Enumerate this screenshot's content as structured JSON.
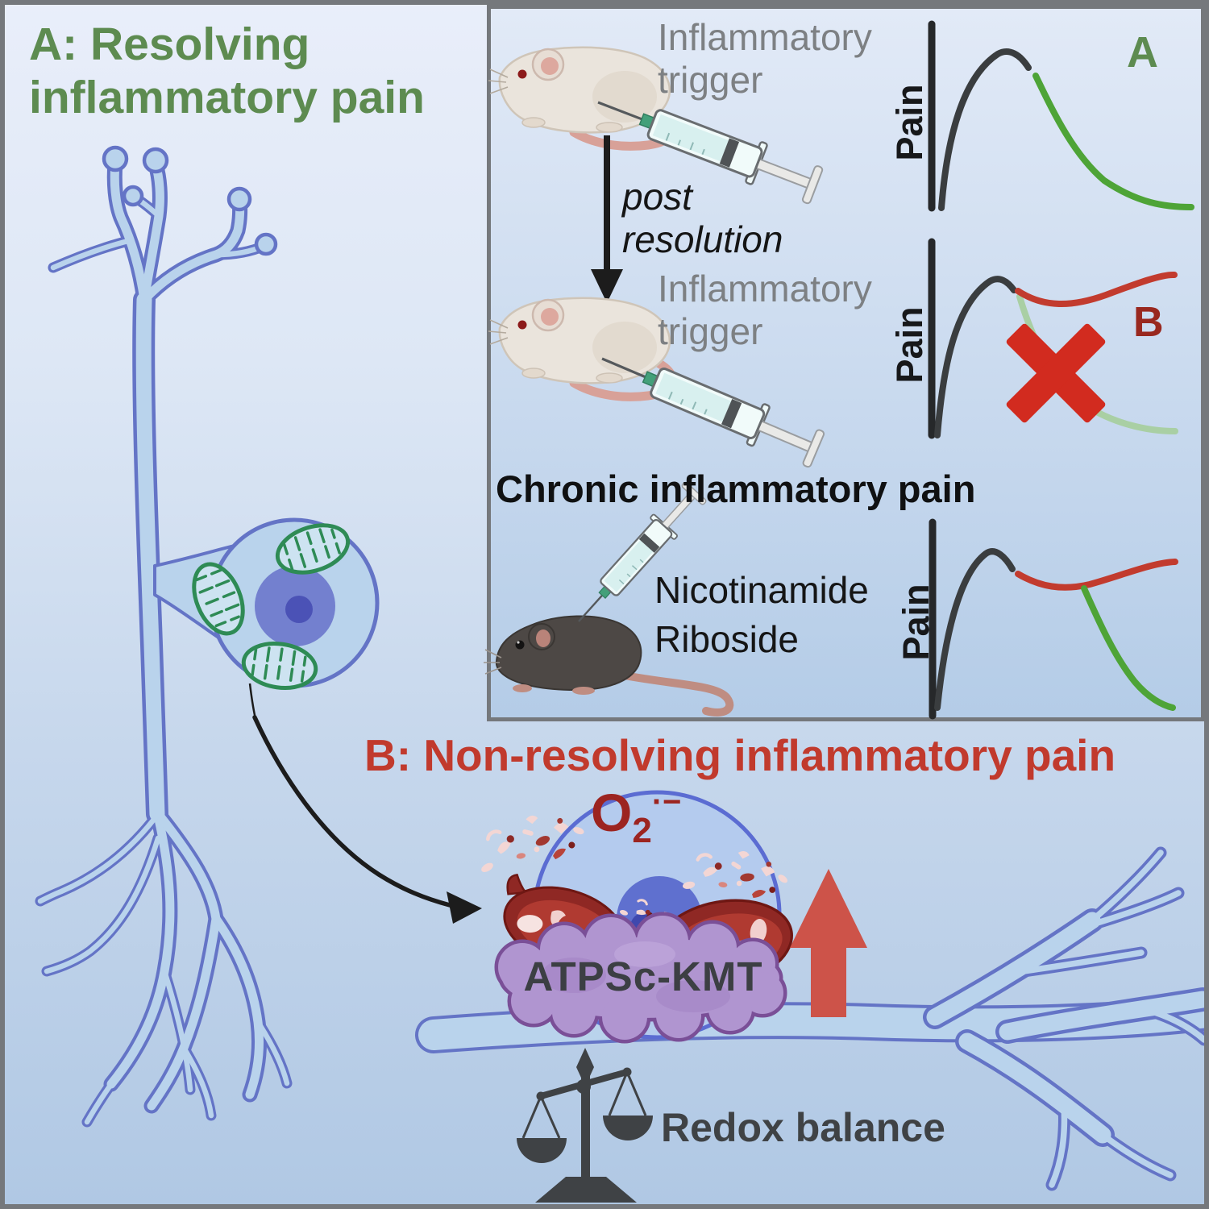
{
  "figure": {
    "panel_a_title_line1": "A: Resolving",
    "panel_a_title_line2": "inflammatory pain",
    "panel_b_title": "B: Non-resolving inflammatory pain",
    "redox_label": "Redox balance",
    "enzyme_label": "ATPSc-KMT",
    "superoxide": {
      "base": "O",
      "sub": "2",
      "sup": "·−"
    }
  },
  "box": {
    "trigger_top": {
      "line1": "Inflammatory",
      "line2": "trigger"
    },
    "arrow_label": {
      "line1": "post",
      "line2": "resolution"
    },
    "trigger_mid": {
      "line1": "Inflammatory",
      "line2": "trigger"
    },
    "chronic_title": "Chronic inflammatory pain",
    "treatment": {
      "line1": "Nicotinamide",
      "line2": "Riboside"
    },
    "graphs": [
      {
        "letter": "A",
        "axis_label": "Pain",
        "curves": [
          {
            "phase": "pain onset",
            "color": "#3a3d3f"
          },
          {
            "phase": "resolution",
            "color": "#4ea437"
          }
        ]
      },
      {
        "letter": "B",
        "axis_label": "Pain",
        "curves": [
          {
            "phase": "pain onset",
            "color": "#3a3d3f"
          },
          {
            "phase": "persistent pain",
            "color": "#c23b2e"
          },
          {
            "phase": "failed resolution (blocked)",
            "color": "#a9cfa4"
          }
        ]
      },
      {
        "letter": "",
        "axis_label": "Pain",
        "curves": [
          {
            "phase": "pain onset",
            "color": "#3a3d3f"
          },
          {
            "phase": "persistent pain",
            "color": "#c23b2e"
          },
          {
            "phase": "resolution after treatment",
            "color": "#4ea437"
          }
        ]
      }
    ]
  },
  "colors": {
    "title_green": "#5d8b50",
    "title_red": "#c13a2d",
    "neuron_fill": "#b9d3ec",
    "neuron_outline": "#6474c6",
    "mito_green": "#2e8b55",
    "damaged_mito": "#8f2824",
    "enzyme_blob": "#b095d0",
    "up_arrow": "#cd5349",
    "scale_gray": "#3f4245",
    "cross_red": "#d22b1f"
  }
}
